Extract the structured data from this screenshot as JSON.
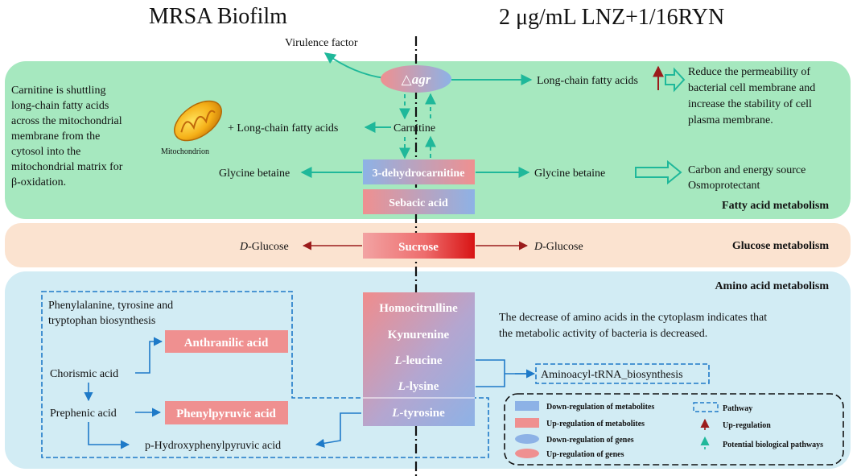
{
  "header": {
    "left_title": "MRSA Biofilm",
    "right_title": "2 μg/mL LNZ+1/16RYN"
  },
  "fatty": {
    "virulence": "Virulence factor",
    "agr_prefix": "△",
    "agr_gene": "agr",
    "lcfa_right": "Long-chain fatty acids",
    "permeability_lines": [
      "Reduce the permeability of",
      "bacterial cell membrane and",
      "increase the stability of cell",
      "plasma membrane."
    ],
    "carnitine_note_lines": [
      "Carnitine is shuttling",
      "long-chain fatty acids",
      "across the mitochondrial",
      "membrane from the",
      "cytosol into the",
      "mitochondrial matrix for",
      "β-oxidation."
    ],
    "mitochondrion": "Mitochondrion",
    "plus_lcfa": "+ Long-chain fatty acids",
    "carnitine": "Carnitine",
    "dehydrocarnitine": "3-dehydrocarnitine",
    "glycine_left": "Glycine betaine",
    "glycine_right": "Glycine betaine",
    "carbon_lines": [
      "Carbon and energy source",
      "Osmoprotectant"
    ],
    "sebacic": "Sebacic acid",
    "section_label": "Fatty acid metabolism"
  },
  "glucose": {
    "left_italic": "D",
    "left_rest": "-Glucose",
    "sucrose": "Sucrose",
    "right_italic": "D",
    "right_rest": "-Glucose",
    "section_label": "Glucose metabolism"
  },
  "amino": {
    "section_label": "Amino acid metabolism",
    "pathway_lines": [
      "Phenylalanine, tyrosine and",
      "tryptophan biosynthesis"
    ],
    "anthranilic": "Anthranilic acid",
    "chorismic": "Chorismic acid",
    "prephenic": "Prephenic acid",
    "phenylpyruvic": "Phenylpyruvic acid",
    "hydroxyphenyl": "p-Hydroxyphenylpyruvic acid",
    "homocitrulline": "Homocitrulline",
    "kynurenine": "Kynurenine",
    "leucine_italic": "L",
    "leucine_rest": "-leucine",
    "lysine_italic": "L",
    "lysine_rest": "-lysine",
    "tyrosine_italic": "L",
    "tyrosine_rest": "-tyrosine",
    "decrease_lines": [
      "The decrease of amino acids in the cytoplasm indicates that",
      "the metabolic activity of bacteria is decreased."
    ],
    "aminoacyl": "Aminoacyl-tRNA_biosynthesis"
  },
  "legend": {
    "down_metabolites": "Down-regulation of metabolites",
    "up_metabolites": "Up-regulation of metabolites",
    "down_genes": "Down-regulation of genes",
    "up_genes": "Up-regulation of genes",
    "pathway": "Pathway",
    "up_regulation": "Up-regulation",
    "potential": "Potential biological pathways"
  },
  "colors": {
    "fatty_bg": "#a6e8bf",
    "glucose_bg": "#fbe3d0",
    "amino_bg": "#d2ecf4",
    "teal": "#1fb89a",
    "blue": "#1e7ac8",
    "dark_red": "#9b1c1c",
    "metab_blue": "#8db2e6",
    "metab_pink": "#ef9090"
  }
}
